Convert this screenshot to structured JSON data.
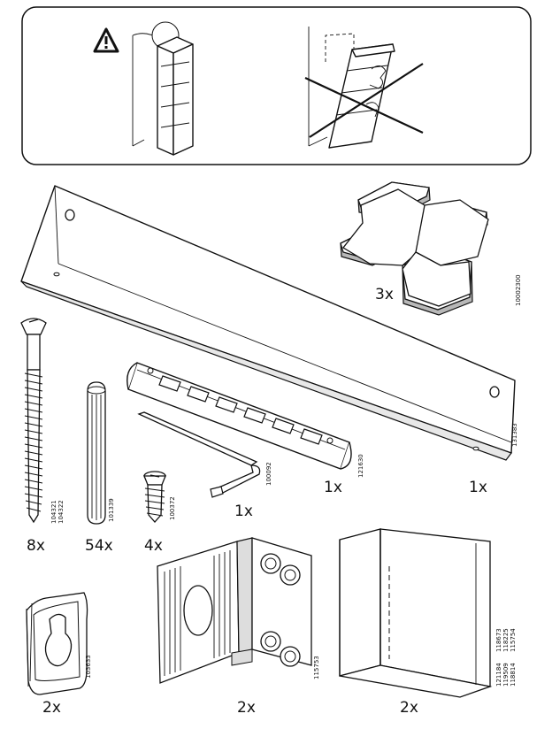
{
  "parts": {
    "hex_pads": {
      "qty": "3x",
      "code": "10002300"
    },
    "rail": {
      "qty": "1x",
      "code": "131383"
    },
    "screw": {
      "qty": "8x",
      "code_a": "104321",
      "code_b": "104322"
    },
    "dowel": {
      "qty": "54x",
      "code": "101339"
    },
    "cam_screw": {
      "qty": "4x",
      "code": "100372"
    },
    "allen_key": {
      "qty": "1x",
      "code": "100092"
    },
    "connector": {
      "qty": "1x",
      "code": "121630"
    },
    "hanger": {
      "qty": "2x",
      "code": "103633"
    },
    "hinge": {
      "qty": "2x",
      "code": "115753"
    },
    "corner": {
      "qty": "2x",
      "code_a": "121184",
      "code_b": "118673",
      "code_c": "119509",
      "code_d": "118225",
      "code_e": "118814",
      "code_f": "115754"
    }
  },
  "icons": [
    "warning-icon",
    "no-tipping-icon"
  ]
}
